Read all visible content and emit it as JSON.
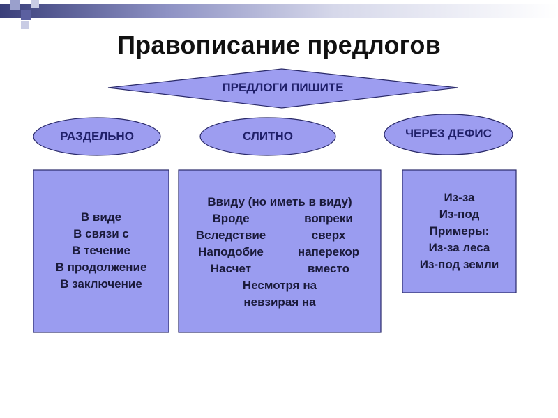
{
  "title": "Правописание предлогов",
  "root": {
    "label": "ПРЕДЛОГИ ПИШИТЕ"
  },
  "categories": [
    {
      "label": "РАЗДЕЛЬНО"
    },
    {
      "label": "СЛИТНО"
    },
    {
      "label": "ЧЕРЕЗ ДЕФИС"
    }
  ],
  "separate_box": {
    "lines": [
      "В виде",
      "В связи с",
      "В течение",
      "В продолжение",
      "В заключение"
    ]
  },
  "joined_box": {
    "header": "Ввиду (но иметь в виду)",
    "pairs": [
      [
        "Вроде",
        "вопреки"
      ],
      [
        "Вследствие",
        "сверх"
      ],
      [
        "Наподобие",
        "наперекор"
      ],
      [
        "Насчет",
        "вместо"
      ]
    ],
    "tail": [
      "Несмотря на",
      "невзирая на"
    ]
  },
  "hyphen_box": {
    "lines": [
      "Из-за",
      "Из-под",
      "Примеры:",
      "Из-за леса",
      "Из-под земли"
    ]
  },
  "colors": {
    "shape_fill": "#9d9df0",
    "shape_stroke": "#2a2a6a",
    "box_fill": "#9a9cf0"
  }
}
